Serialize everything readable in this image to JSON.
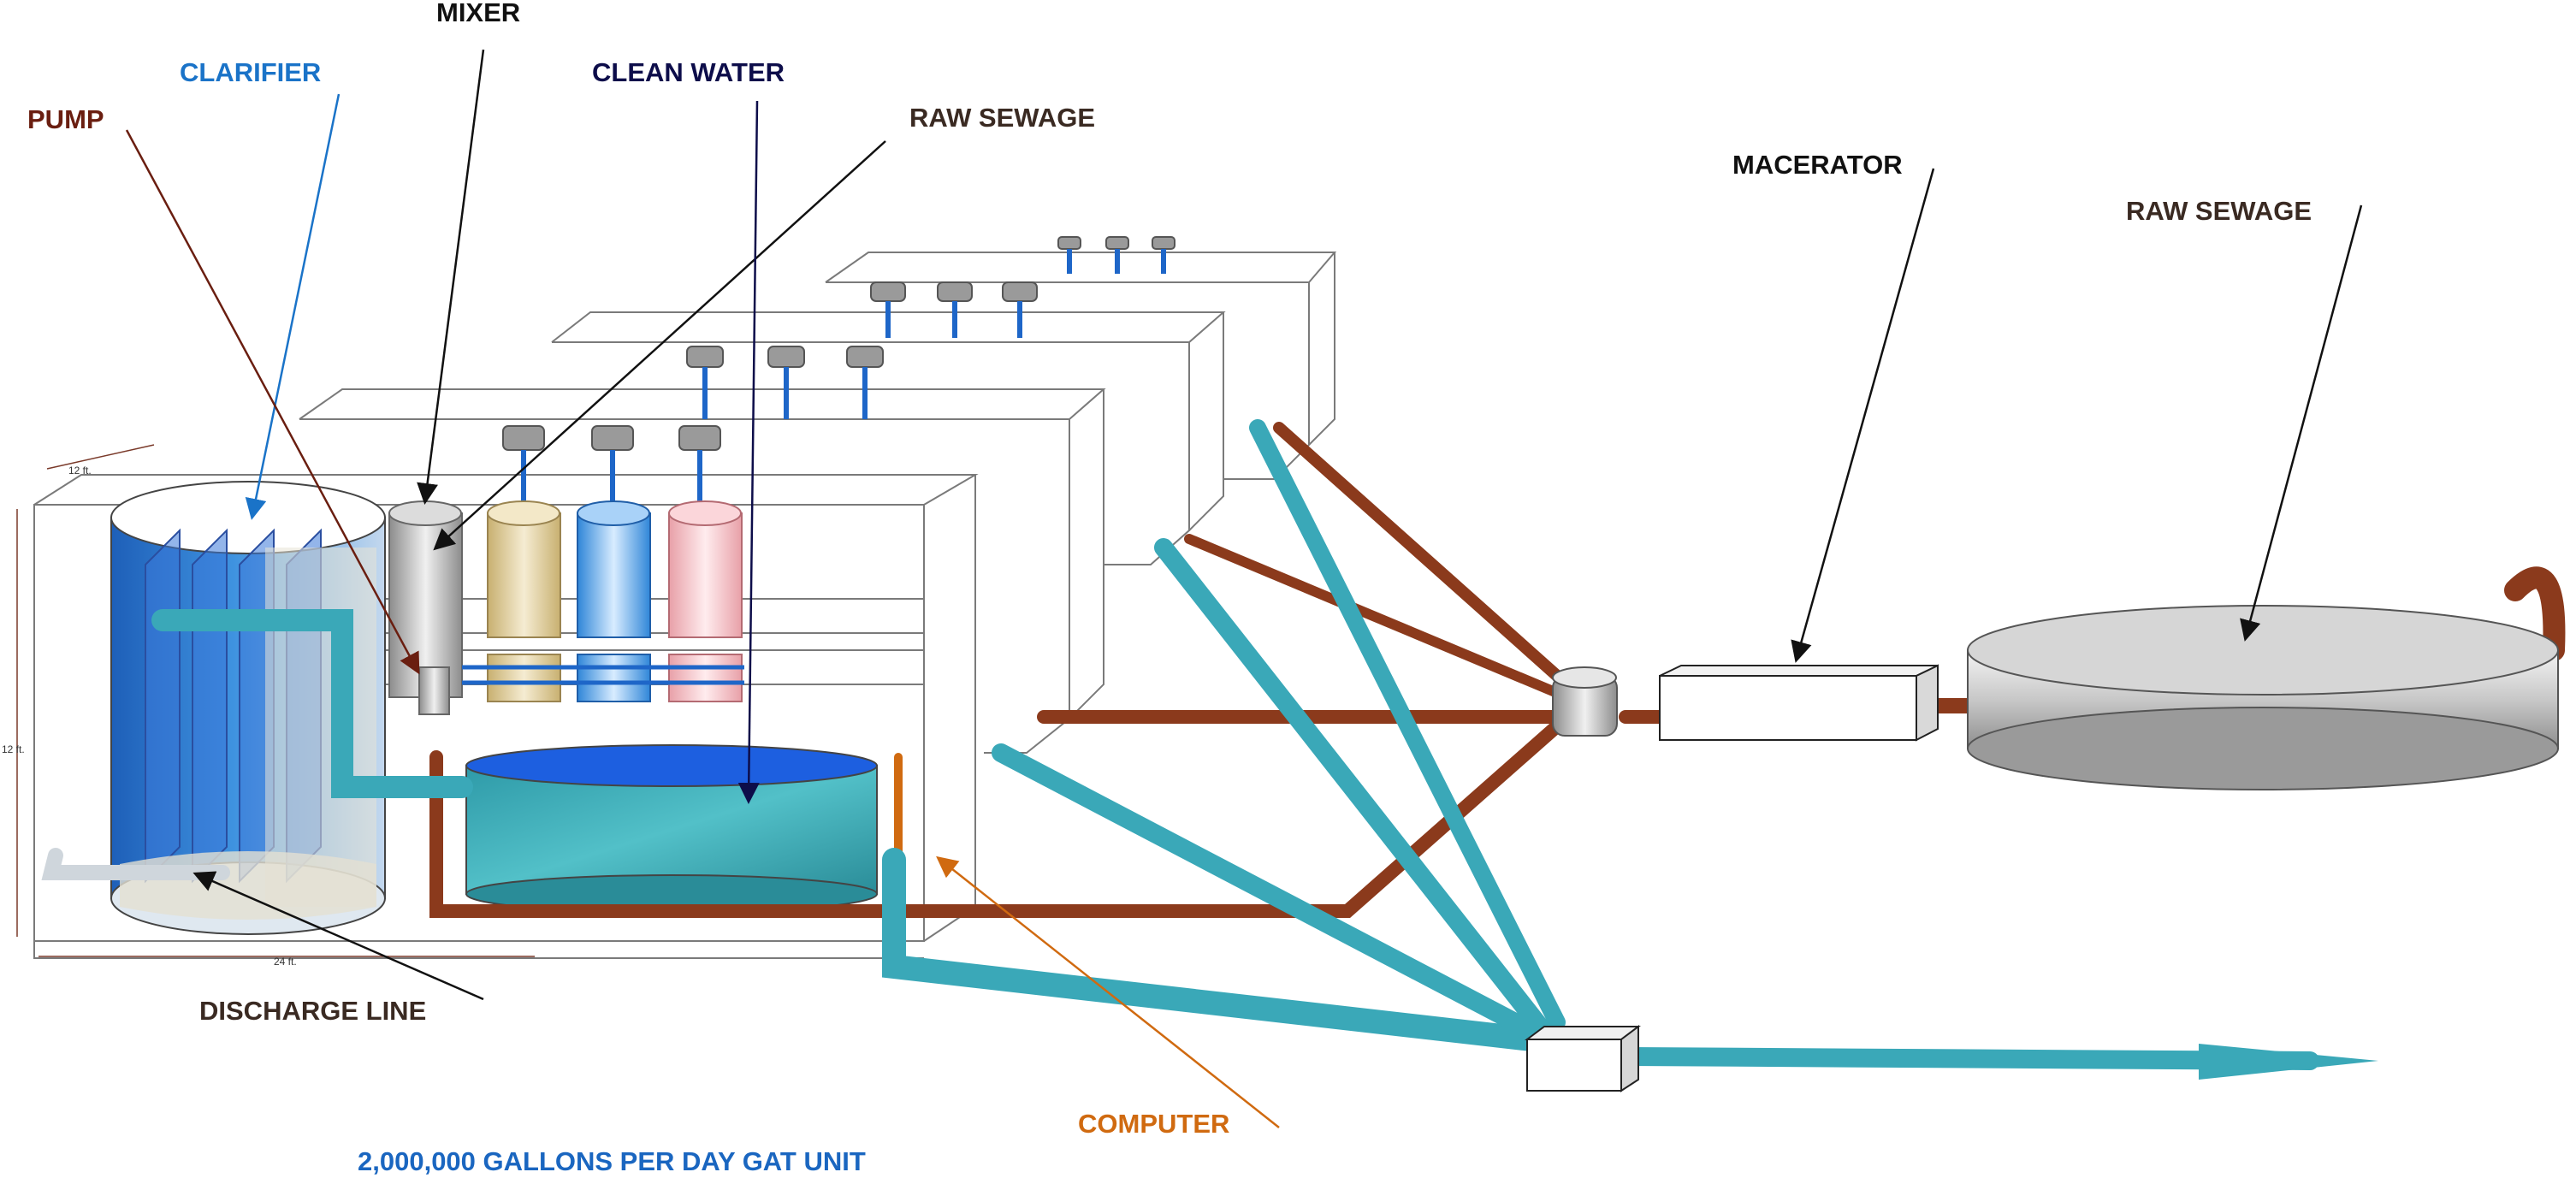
{
  "labels": {
    "mixer": "MIXER",
    "clarifier": "CLARIFIER",
    "clean_water": "CLEAN WATER",
    "pump": "PUMP",
    "raw_sewage_top": "RAW SEWAGE",
    "macerator": "MACERATOR",
    "raw_sewage_right": "RAW SEWAGE",
    "discharge_line": "DISCHARGE LINE",
    "computer": "COMPUTER",
    "caption": "2,000,000 GALLONS PER DAY GAT UNIT"
  },
  "dimensions": {
    "width_top": "12 ft.",
    "height": "12 ft.",
    "length": "24 ft."
  },
  "colors": {
    "clarifier_label": "#1a73c8",
    "clean_water_label": "#0d0d4a",
    "pump_label": "#6a1e10",
    "raw_sewage_label": "#3a2a22",
    "discharge_label": "#3a2a22",
    "computer_label": "#d06a10",
    "caption": "#1a66c0",
    "sewage_pipe": "#8b3a1c",
    "water_pipe": "#3aa8b8"
  }
}
